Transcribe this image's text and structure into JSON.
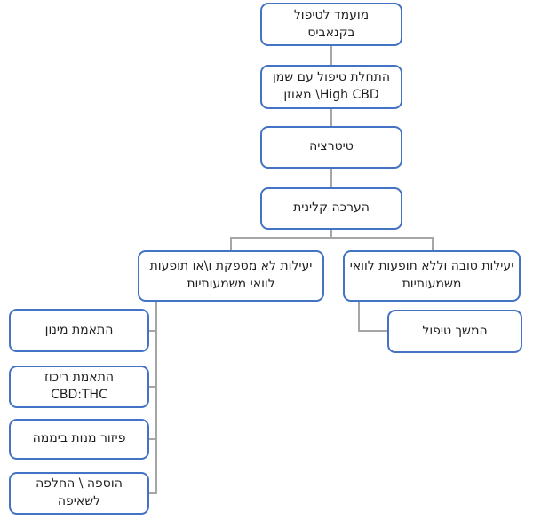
{
  "colors": {
    "background": "#ffffff",
    "node_border": "#4472C4",
    "node_fill": "#ffffff",
    "connector": "#A6A6A6",
    "text": "#1f1f1f"
  },
  "diagram_type": "flowchart",
  "nodes": {
    "candidate": {
      "label": "מועמד לטיפול\nבקנאביס"
    },
    "start_oil": {
      "label": "התחלת טיפול עם שמן\nHigh CBD\\ מאוזן"
    },
    "titration": {
      "label": "טיטרציה"
    },
    "clinical_eval": {
      "label": "הערכה קלינית"
    },
    "insufficient": {
      "label": "יעילות לא מספקת ו\\או תופעות\nלוואי משמעותיות"
    },
    "good": {
      "label": "יעילות טובה וללא תופעות לוואי\nמשמעותיות"
    },
    "continue": {
      "label": "המשך טיפול"
    },
    "dose_adjust": {
      "label": "התאמת מינון"
    },
    "ratio_adjust": {
      "label": "התאמת ריכוז\nCBD:THC"
    },
    "dose_spread": {
      "label": "פיזור מנות ביממה"
    },
    "inhalation": {
      "label": "הוספה \\ החלפה\nלשאיפה"
    }
  },
  "edges": [
    {
      "from": "candidate",
      "to": "start_oil"
    },
    {
      "from": "start_oil",
      "to": "titration"
    },
    {
      "from": "titration",
      "to": "clinical_eval"
    },
    {
      "from": "clinical_eval",
      "to": "insufficient"
    },
    {
      "from": "clinical_eval",
      "to": "good"
    },
    {
      "from": "good",
      "to": "continue"
    },
    {
      "from": "insufficient",
      "to": "dose_adjust"
    },
    {
      "from": "insufficient",
      "to": "ratio_adjust"
    },
    {
      "from": "insufficient",
      "to": "dose_spread"
    },
    {
      "from": "insufficient",
      "to": "inhalation"
    }
  ]
}
